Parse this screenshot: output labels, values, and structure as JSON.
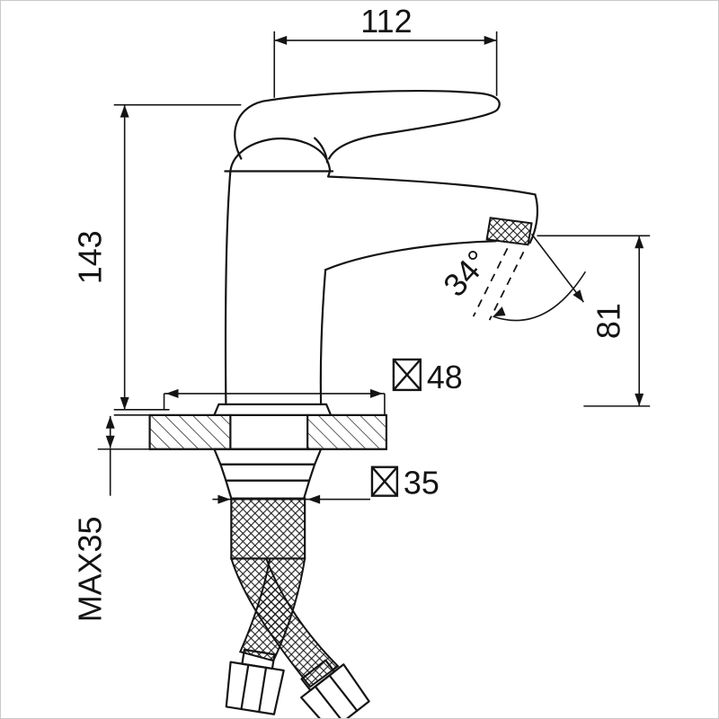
{
  "labels": {
    "width_top": "112",
    "height_total": "143",
    "spout_angle": "34°",
    "spout_height": "81",
    "base_diameter": "48",
    "shank_diameter": "35",
    "max_counter_thickness": "MAX35"
  },
  "icons": {
    "diameter_symbol": "☒"
  },
  "colors": {
    "line": "#141414",
    "background": "#ffffff"
  }
}
